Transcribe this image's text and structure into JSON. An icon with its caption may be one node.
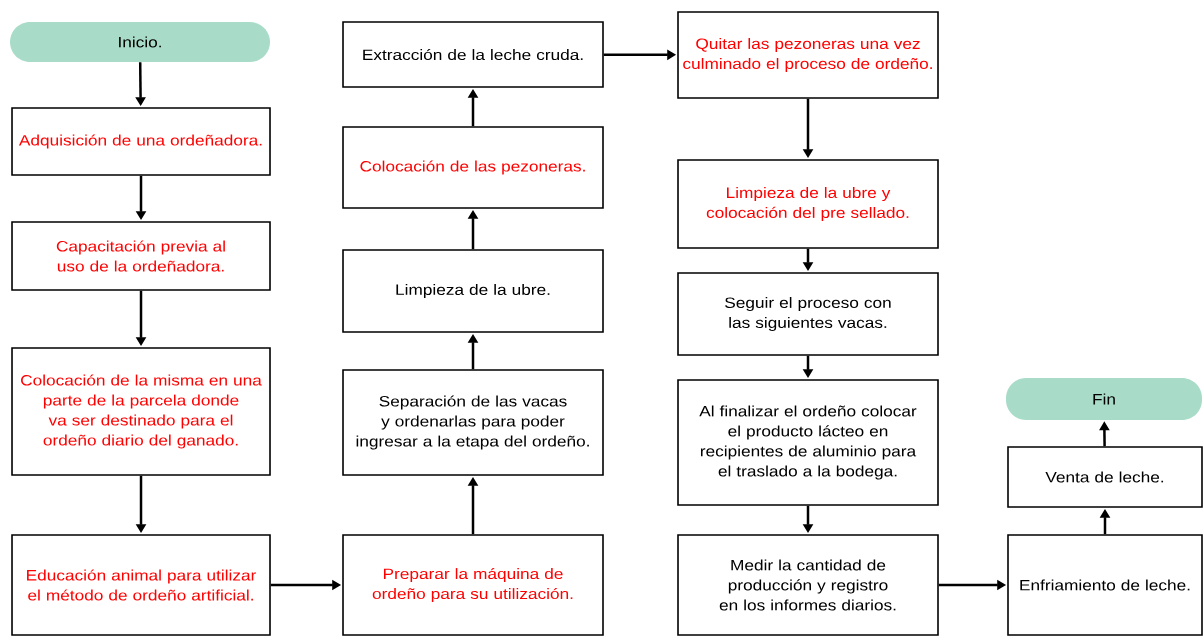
{
  "diagram": {
    "nodes": [
      {
        "text": [
          "Inicio."
        ]
      },
      {
        "text": [
          "Adquisición de una ordeñadora."
        ]
      },
      {
        "text": [
          "Capacitación previa al uso de la ordeñadora."
        ]
      },
      {
        "text": [
          "Colocación de la misma en una parte de la parcela donde va ser destinado para el ordeño diario del ganado."
        ]
      },
      {
        "text": [
          "Educación animal para utilizar el método de ordeño artificial."
        ]
      },
      {
        "text": [
          "Preparar la máquina de ordeño para su utilización."
        ]
      },
      {
        "text": [
          "Separación de las vacas y ordenarlas para poder ingresar a la etapa del ordeño."
        ]
      },
      {
        "text": [
          "Limpieza de la ubre."
        ]
      },
      {
        "text": [
          "Colocación de las pezoneras."
        ]
      },
      {
        "text": [
          "Extracción de la leche cruda."
        ]
      },
      {
        "text": [
          "Quitar las pezoneras una vez culminado el proceso de ordeño."
        ]
      },
      {
        "text": [
          "Limpieza de la ubre y colocación del pre sellado."
        ]
      },
      {
        "text": [
          "Seguir el proceso con las siguientes vacas."
        ]
      },
      {
        "text": [
          "Al finalizar el ordeño colocar el producto lácteo en recipientes de aluminio para el traslado a la bodega."
        ]
      },
      {
        "text": [
          "Medir la cantidad de producción y registro en los informes diarios."
        ]
      },
      {
        "text": [
          "Enfriamiento de leche."
        ]
      },
      {
        "text": [
          "Venta de leche."
        ]
      },
      {
        "text": [
          "Fin"
        ]
      }
    ],
    "edges": [
      {
        "from": 0,
        "to": 1,
        "arrow": "to"
      },
      {
        "from": 1,
        "to": 2,
        "arrow": "to"
      },
      {
        "from": 2,
        "to": 3,
        "arrow": "to"
      },
      {
        "from": 3,
        "to": 4,
        "arrow": "to"
      },
      {
        "from": 4,
        "to": 5,
        "arrow": "to"
      },
      {
        "from": 5,
        "to": 6,
        "arrow": "to"
      },
      {
        "from": 6,
        "to": 7,
        "arrow": "to"
      },
      {
        "from": 7,
        "to": 8,
        "arrow": "to"
      },
      {
        "from": 8,
        "to": 9,
        "arrow": "to"
      },
      {
        "from": 9,
        "to": 10,
        "arrow": "to"
      },
      {
        "from": 10,
        "to": 11,
        "arrow": "to"
      },
      {
        "from": 11,
        "to": 12,
        "arrow": "to"
      },
      {
        "from": 12,
        "to": 13,
        "arrow": "to"
      },
      {
        "from": 13,
        "to": 14,
        "arrow": "to"
      },
      {
        "from": 14,
        "to": 15,
        "arrow": "to"
      },
      {
        "from": 15,
        "to": 16,
        "arrow": "to"
      },
      {
        "from": 16,
        "to": 17,
        "arrow": "to"
      }
    ]
  }
}
